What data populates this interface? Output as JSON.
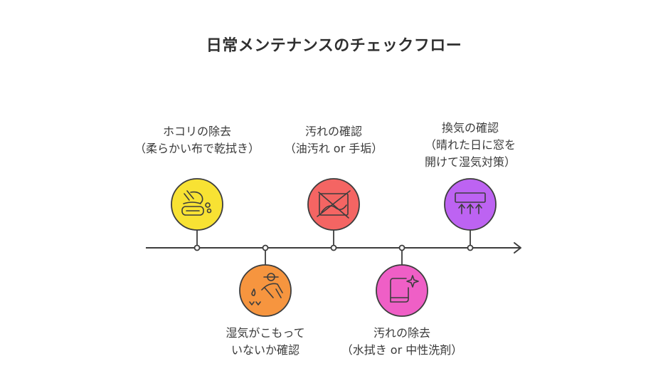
{
  "title": "日常メンテナンスのチェックフロー",
  "steps": [
    {
      "lines": [
        "ホコリの除去",
        "（柔らかい布で乾拭き）"
      ],
      "icon": "dusting-icon",
      "color": "#f8e233"
    },
    {
      "lines": [
        "湿気がこもって",
        "いないか確認"
      ],
      "icon": "moisture-check-icon",
      "color": "#f6953f"
    },
    {
      "lines": [
        "汚れの確認",
        "（油汚れ or 手垢）"
      ],
      "icon": "stain-check-icon",
      "color": "#f46563"
    },
    {
      "lines": [
        "汚れの除去",
        "（水拭き or 中性洗剤）"
      ],
      "icon": "clean-wipe-icon",
      "color": "#ef5fc6"
    },
    {
      "lines": [
        "換気の確認",
        "（晴れた日に窓を",
        "開けて湿気対策）"
      ],
      "icon": "ventilation-icon",
      "color": "#bd63f2"
    }
  ]
}
